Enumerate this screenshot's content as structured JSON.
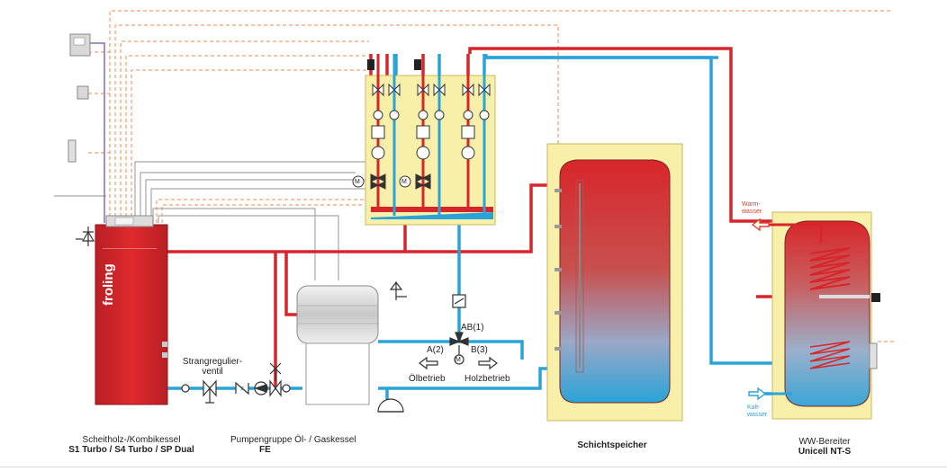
{
  "boiler": {
    "brand": "froling",
    "caption_line1": "Scheitholz-/Kombikessel",
    "caption_line2": "S1 Turbo / S4 Turbo / SP Dual"
  },
  "pump_group": {
    "caption_line1": "Pumpengruppe Öl- / Gaskessel",
    "caption_line2": "FE"
  },
  "valve": {
    "strang_line1": "Strangregulier-",
    "strang_line2": "ventil"
  },
  "mixer": {
    "port_ab": "AB(1)",
    "port_a": "A(2)",
    "port_b": "B(3)",
    "motor": "M",
    "oil_mode": "Ölbetrieb",
    "wood_mode": "Holzbetrieb"
  },
  "storage": {
    "caption": "Schichtspeicher"
  },
  "dhw": {
    "caption_line1": "WW-Bereiter",
    "caption_line2": "Unicell NT-S",
    "warm_line1": "Warm-",
    "warm_line2": "wasser",
    "cold_line1": "Kalt-",
    "cold_line2": "wasser"
  },
  "manifold": {
    "motor_left": "M",
    "motor_right": "M"
  },
  "colors": {
    "hot": "#d7262b",
    "cold": "#2aa3d8",
    "control": "#9a9a9a",
    "signal": "#f08a50",
    "panel": "#f8f0a8",
    "boiler": "#d8252b"
  }
}
